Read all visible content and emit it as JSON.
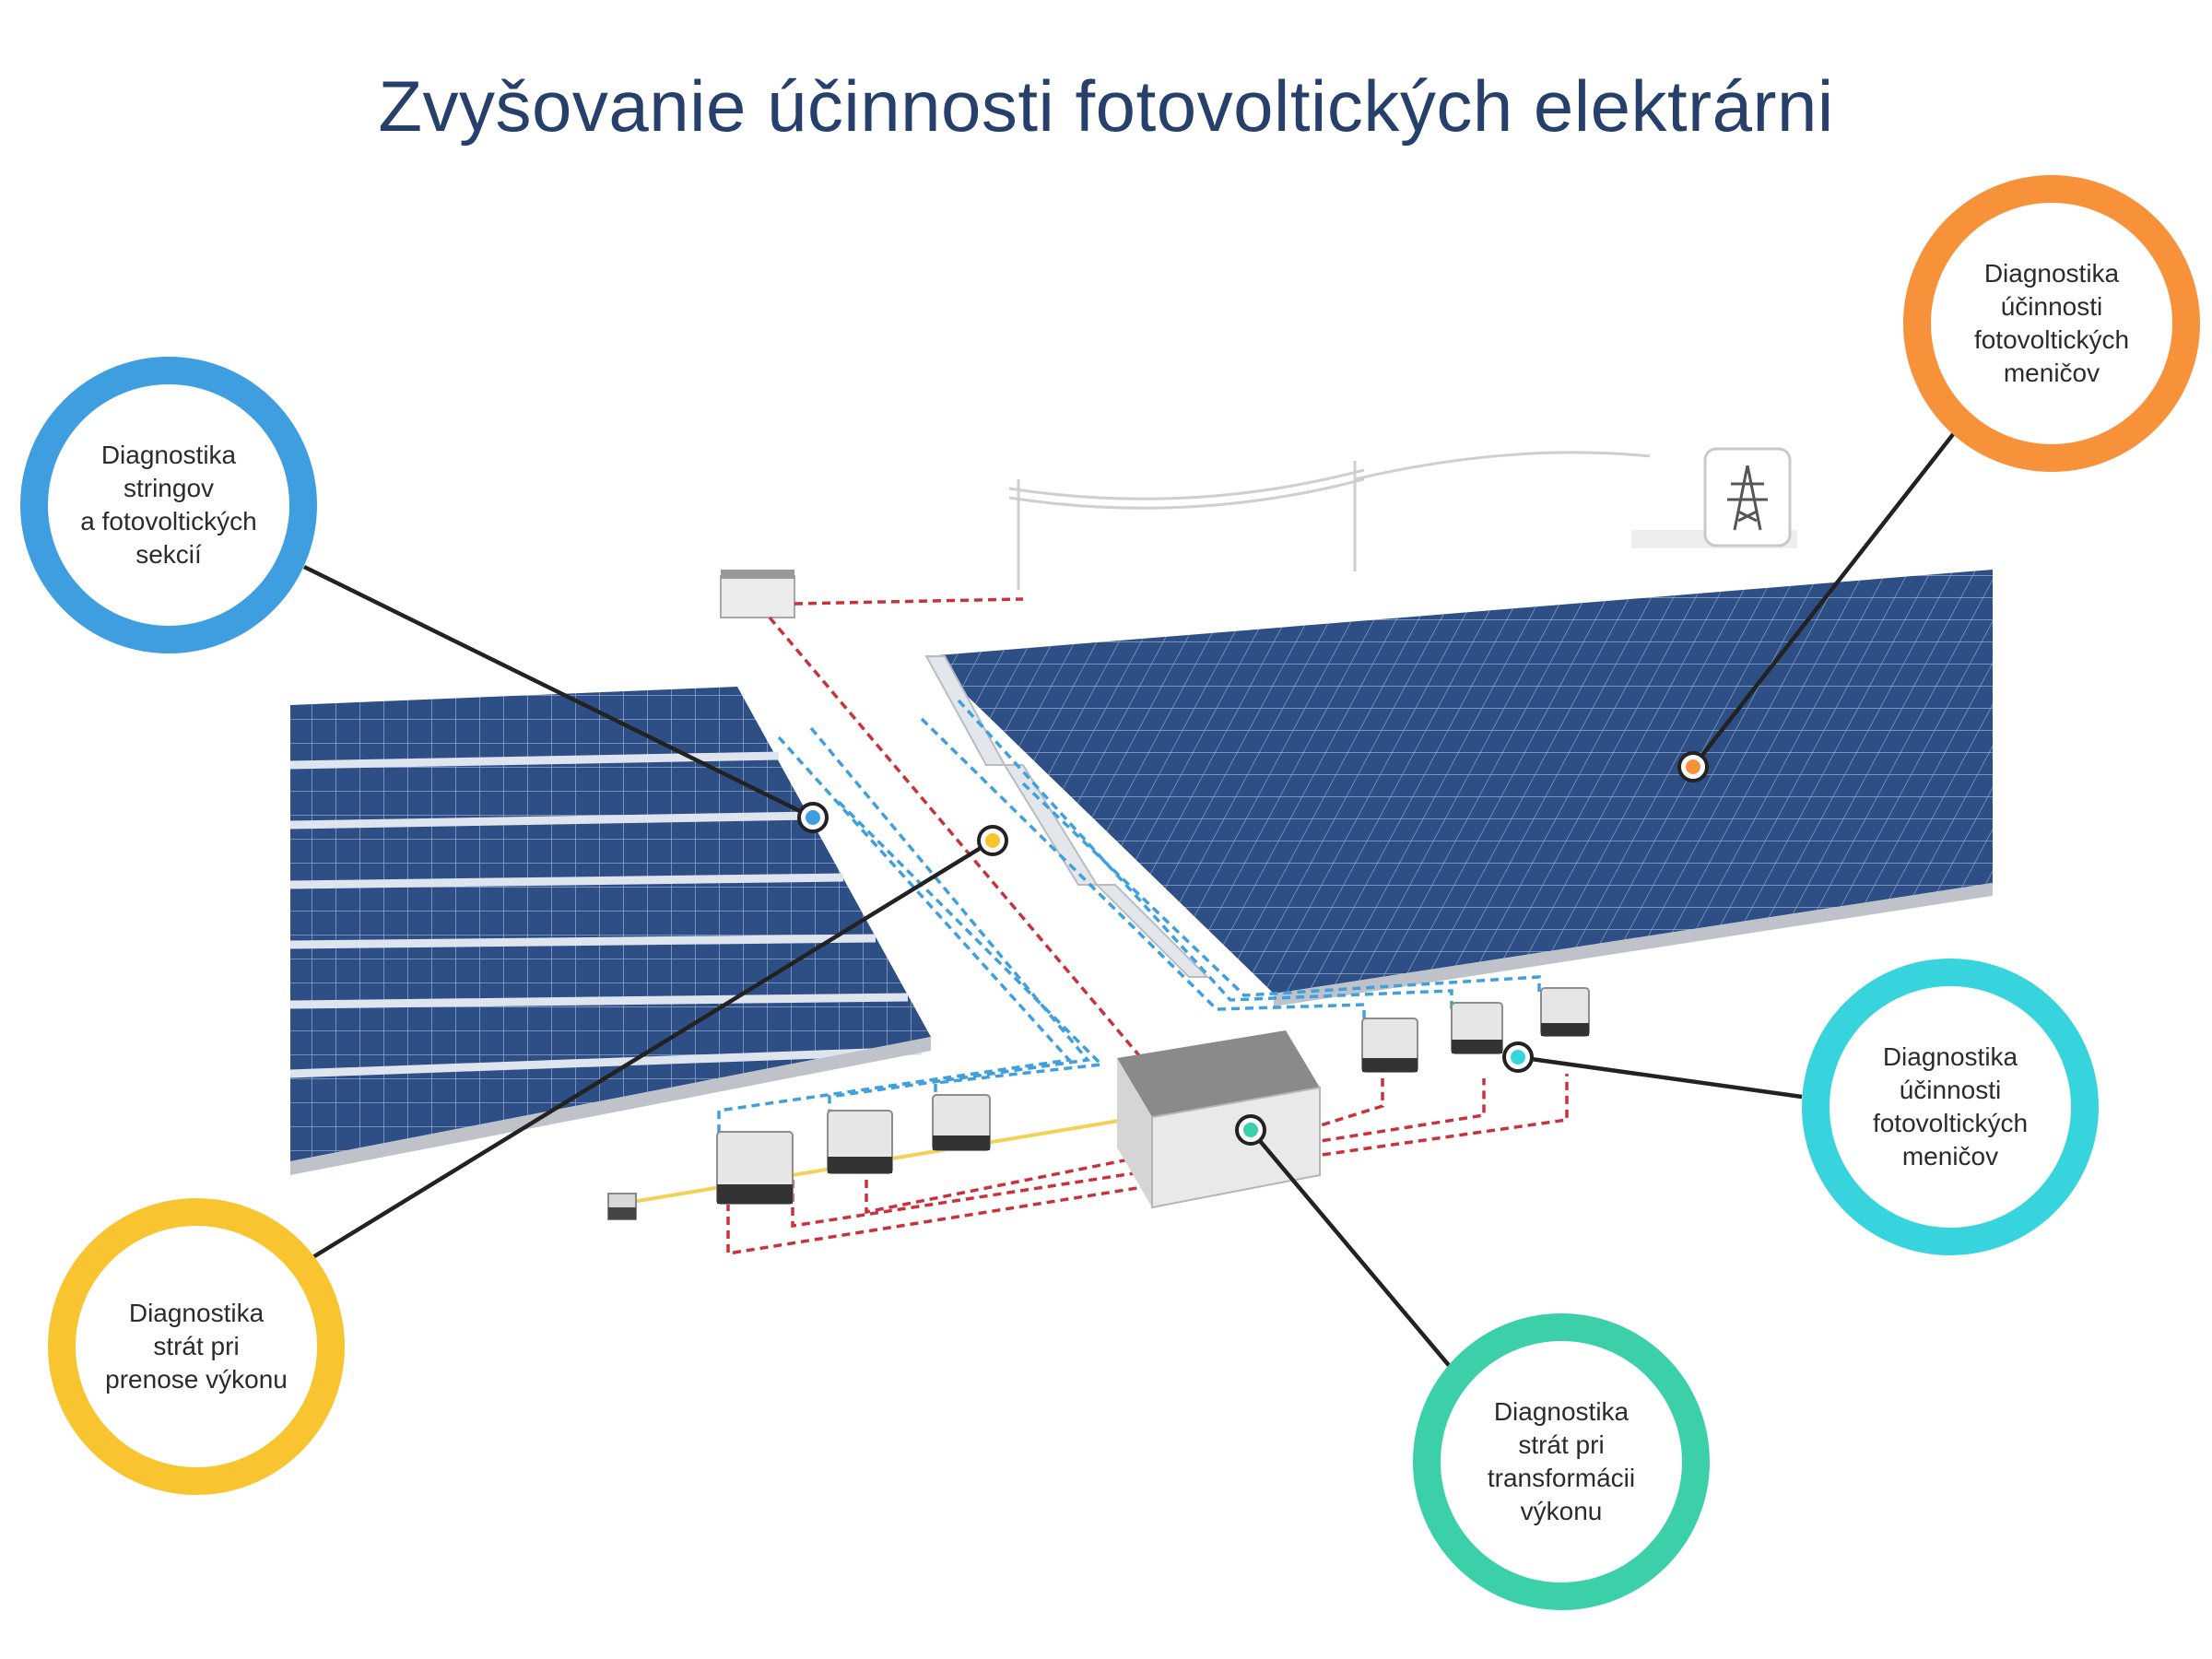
{
  "title": "Zvyšovanie účinnosti fotovoltických elektrárni",
  "callouts": {
    "strings": "Diagnostika\nstringov\na fotovoltických\nsekcií",
    "inverters_top": "Diagnostika\núčinnosti\nfotovoltických\nmeničov",
    "inverters_right": "Diagnostika\núčinnosti\nfotovoltických\nmeničov",
    "transformation": "Diagnostika\nstrát pri\ntransformácii\nvýkonu",
    "transmission": "Diagnostika\nstrát pri\nprenose výkonu"
  },
  "colors": {
    "title": "#27406b",
    "strings": "#3f9ee0",
    "inverters_top": "#f7913a",
    "inverters_right": "#38d4de",
    "transformation": "#3bcfaa",
    "transmission": "#f8c530",
    "panel": "#2d4f86",
    "dc_cable": "#3fa0dd",
    "ac_cable": "#c8323c"
  },
  "icons": {
    "grid": "transmission-tower-icon"
  }
}
